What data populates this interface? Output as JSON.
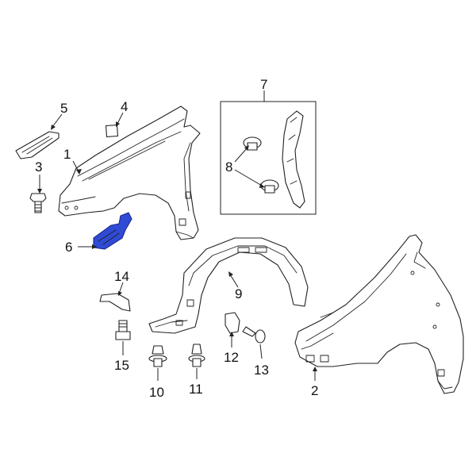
{
  "diagram": {
    "highlight_color": "#2f4bd6",
    "line_color": "#222222",
    "callouts": [
      {
        "id": "1",
        "label": "1"
      },
      {
        "id": "2",
        "label": "2"
      },
      {
        "id": "3",
        "label": "3"
      },
      {
        "id": "4",
        "label": "4"
      },
      {
        "id": "5",
        "label": "5"
      },
      {
        "id": "6",
        "label": "6"
      },
      {
        "id": "7",
        "label": "7"
      },
      {
        "id": "8",
        "label": "8"
      },
      {
        "id": "9",
        "label": "9"
      },
      {
        "id": "10",
        "label": "10"
      },
      {
        "id": "11",
        "label": "11"
      },
      {
        "id": "12",
        "label": "12"
      },
      {
        "id": "13",
        "label": "13"
      },
      {
        "id": "14",
        "label": "14"
      },
      {
        "id": "15",
        "label": "15"
      }
    ]
  }
}
